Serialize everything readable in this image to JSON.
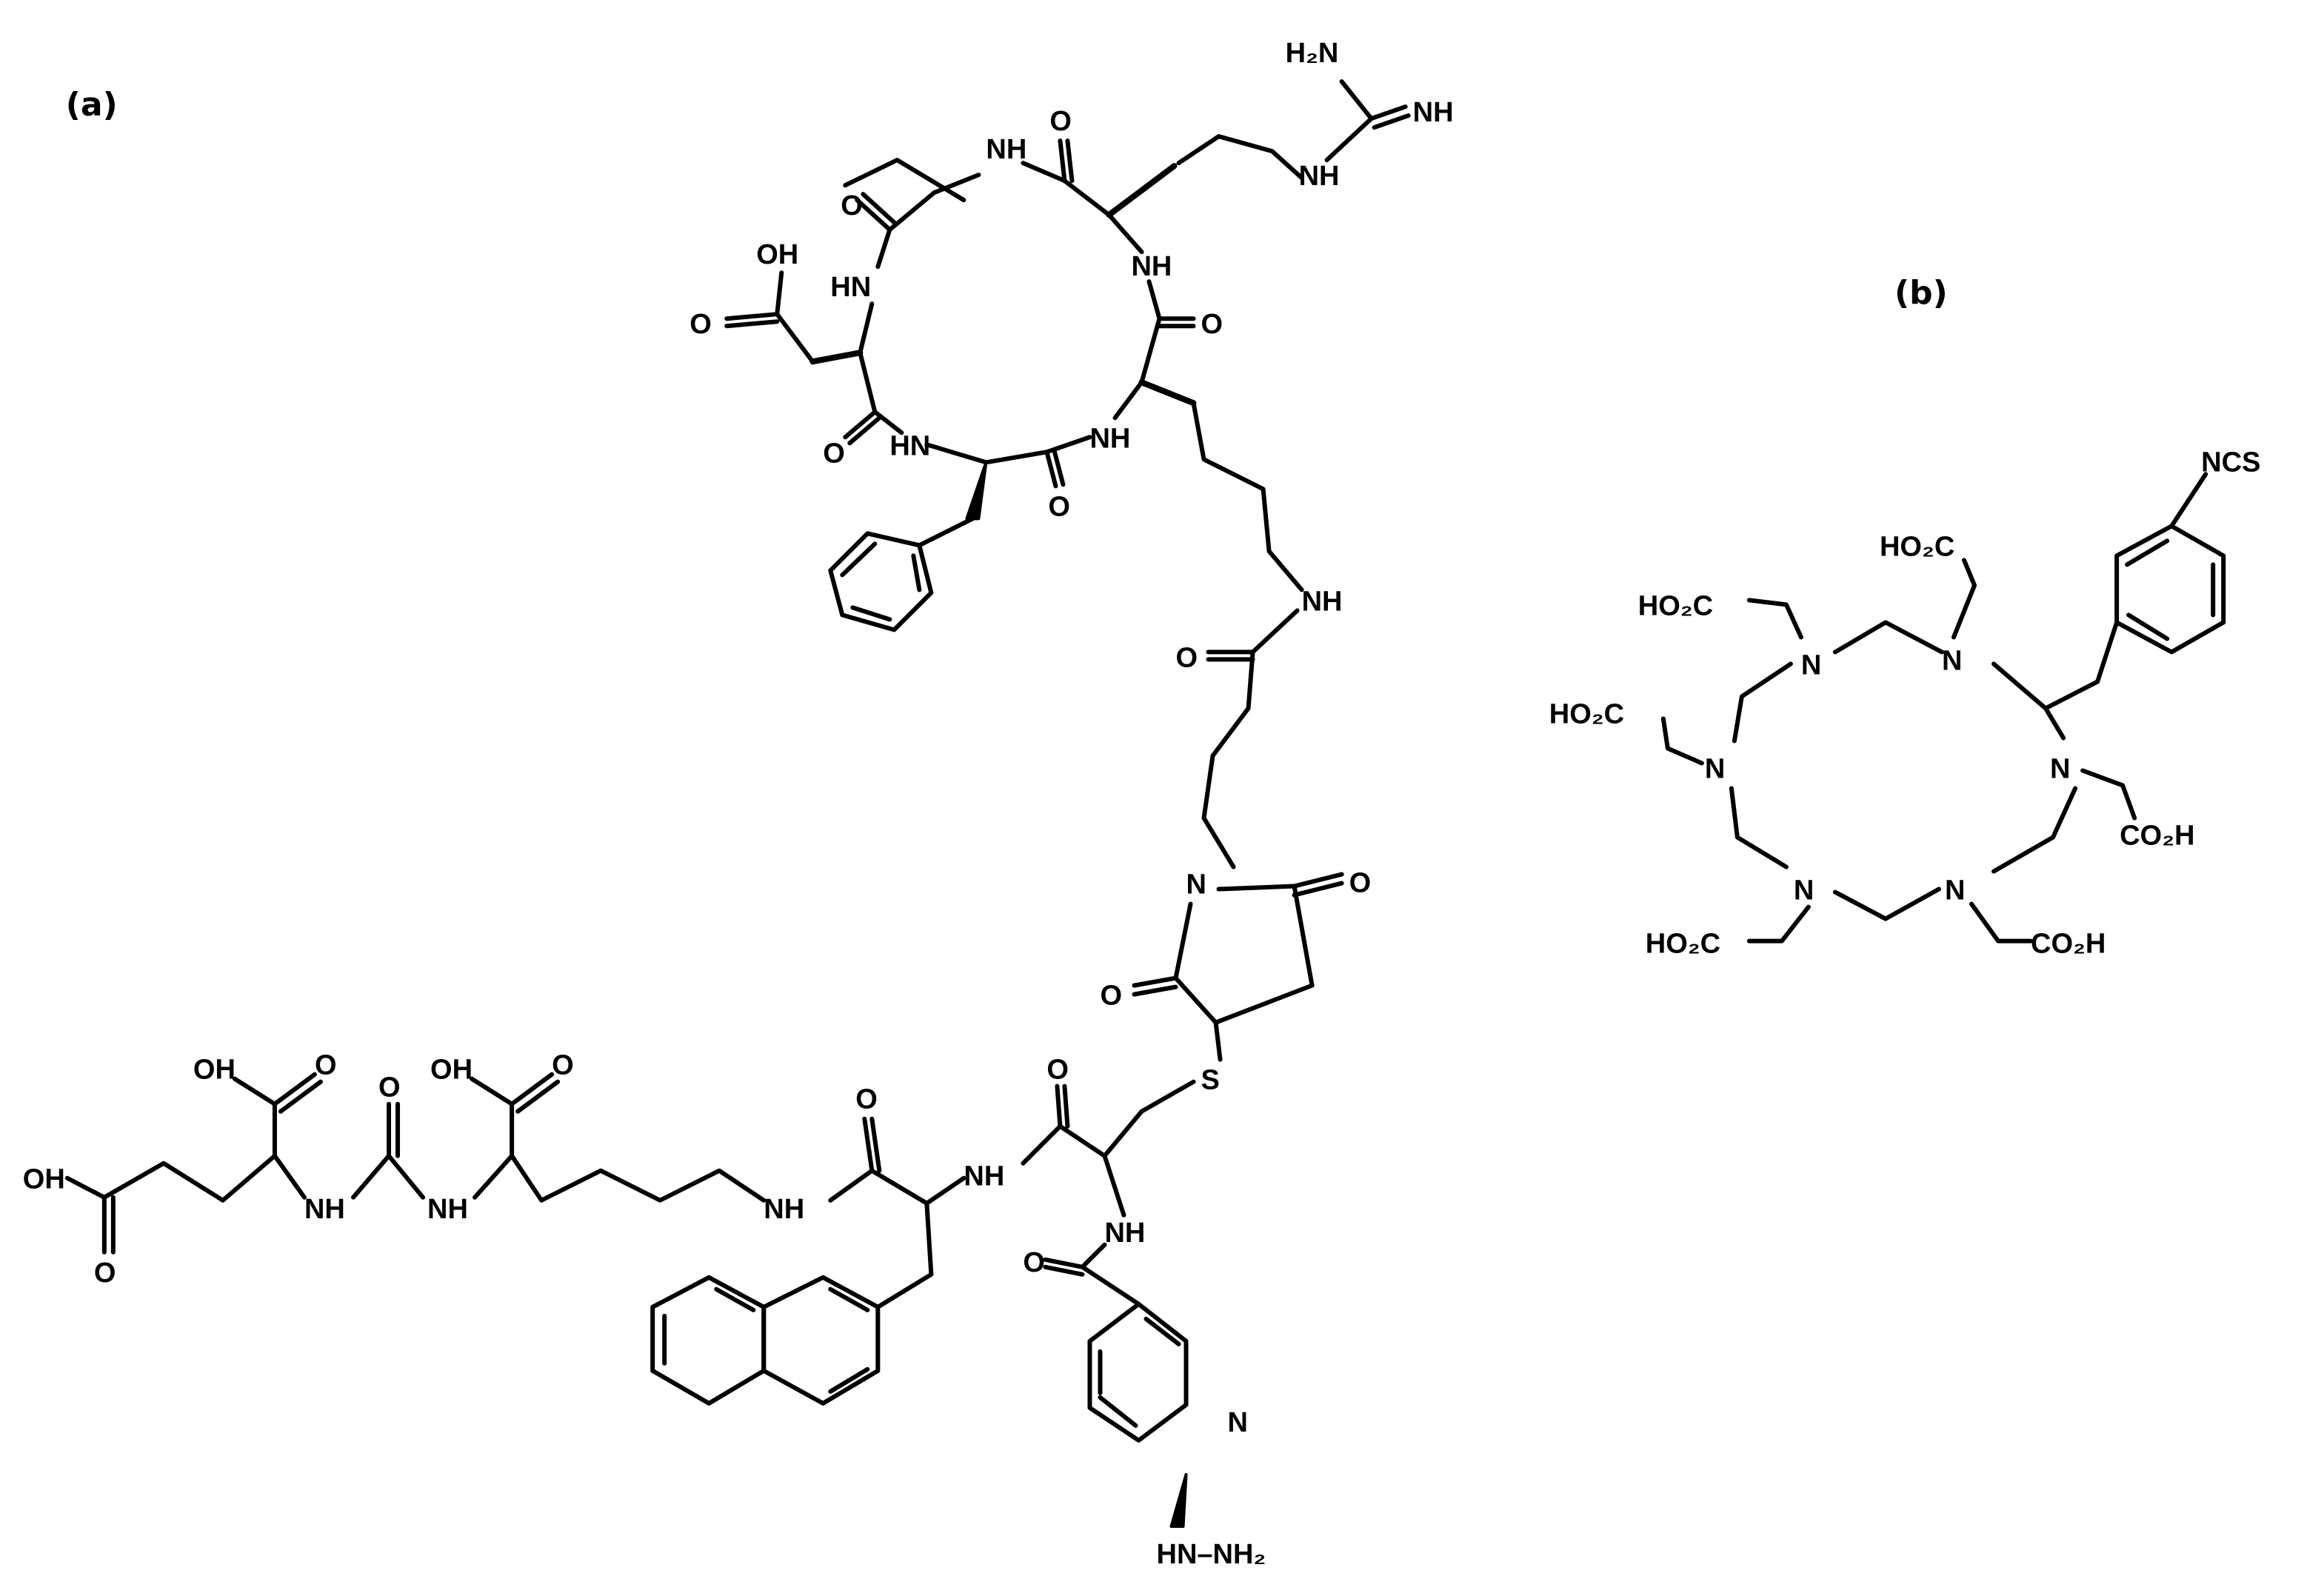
{
  "panels": [
    {
      "id": "a",
      "label": "(a)"
    },
    {
      "id": "b",
      "label": "(b)"
    }
  ],
  "atom_labels": {
    "H2N": "H₂N",
    "NH": "NH",
    "N": "N",
    "HN": "HN",
    "O": "O",
    "OH": "OH",
    "S": "S",
    "HN_NH2": "HN–NH₂",
    "HO2C": "HO₂C",
    "CO2H": "CO₂H",
    "NCS": "NCS"
  }
}
